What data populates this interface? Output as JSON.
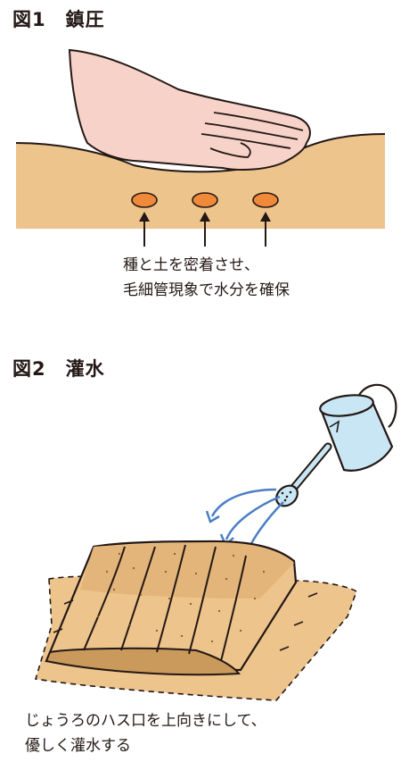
{
  "figure1": {
    "label": "図1",
    "title": "鎮圧",
    "caption_lines": [
      "種と土を密着させ、",
      "毛細管現象で水分を確保"
    ],
    "seed_count": 3
  },
  "figure2": {
    "label": "図2",
    "title": "灌水",
    "caption_lines": [
      "じょうろのハス口を上向きにして、",
      "優しく灌水する"
    ]
  },
  "colors": {
    "soil": "#edc48c",
    "soil_dark": "#c99a5c",
    "seed": "#f08a3a",
    "skin": "#f7d2c8",
    "can": "#c9e6f5",
    "water_arrow": "#4a7fc4",
    "outline": "#231815"
  },
  "icons": [
    "hand-icon",
    "seed-icon",
    "up-arrow-icon",
    "watering-can-icon",
    "water-arrow-icon",
    "soil-bed-icon"
  ]
}
